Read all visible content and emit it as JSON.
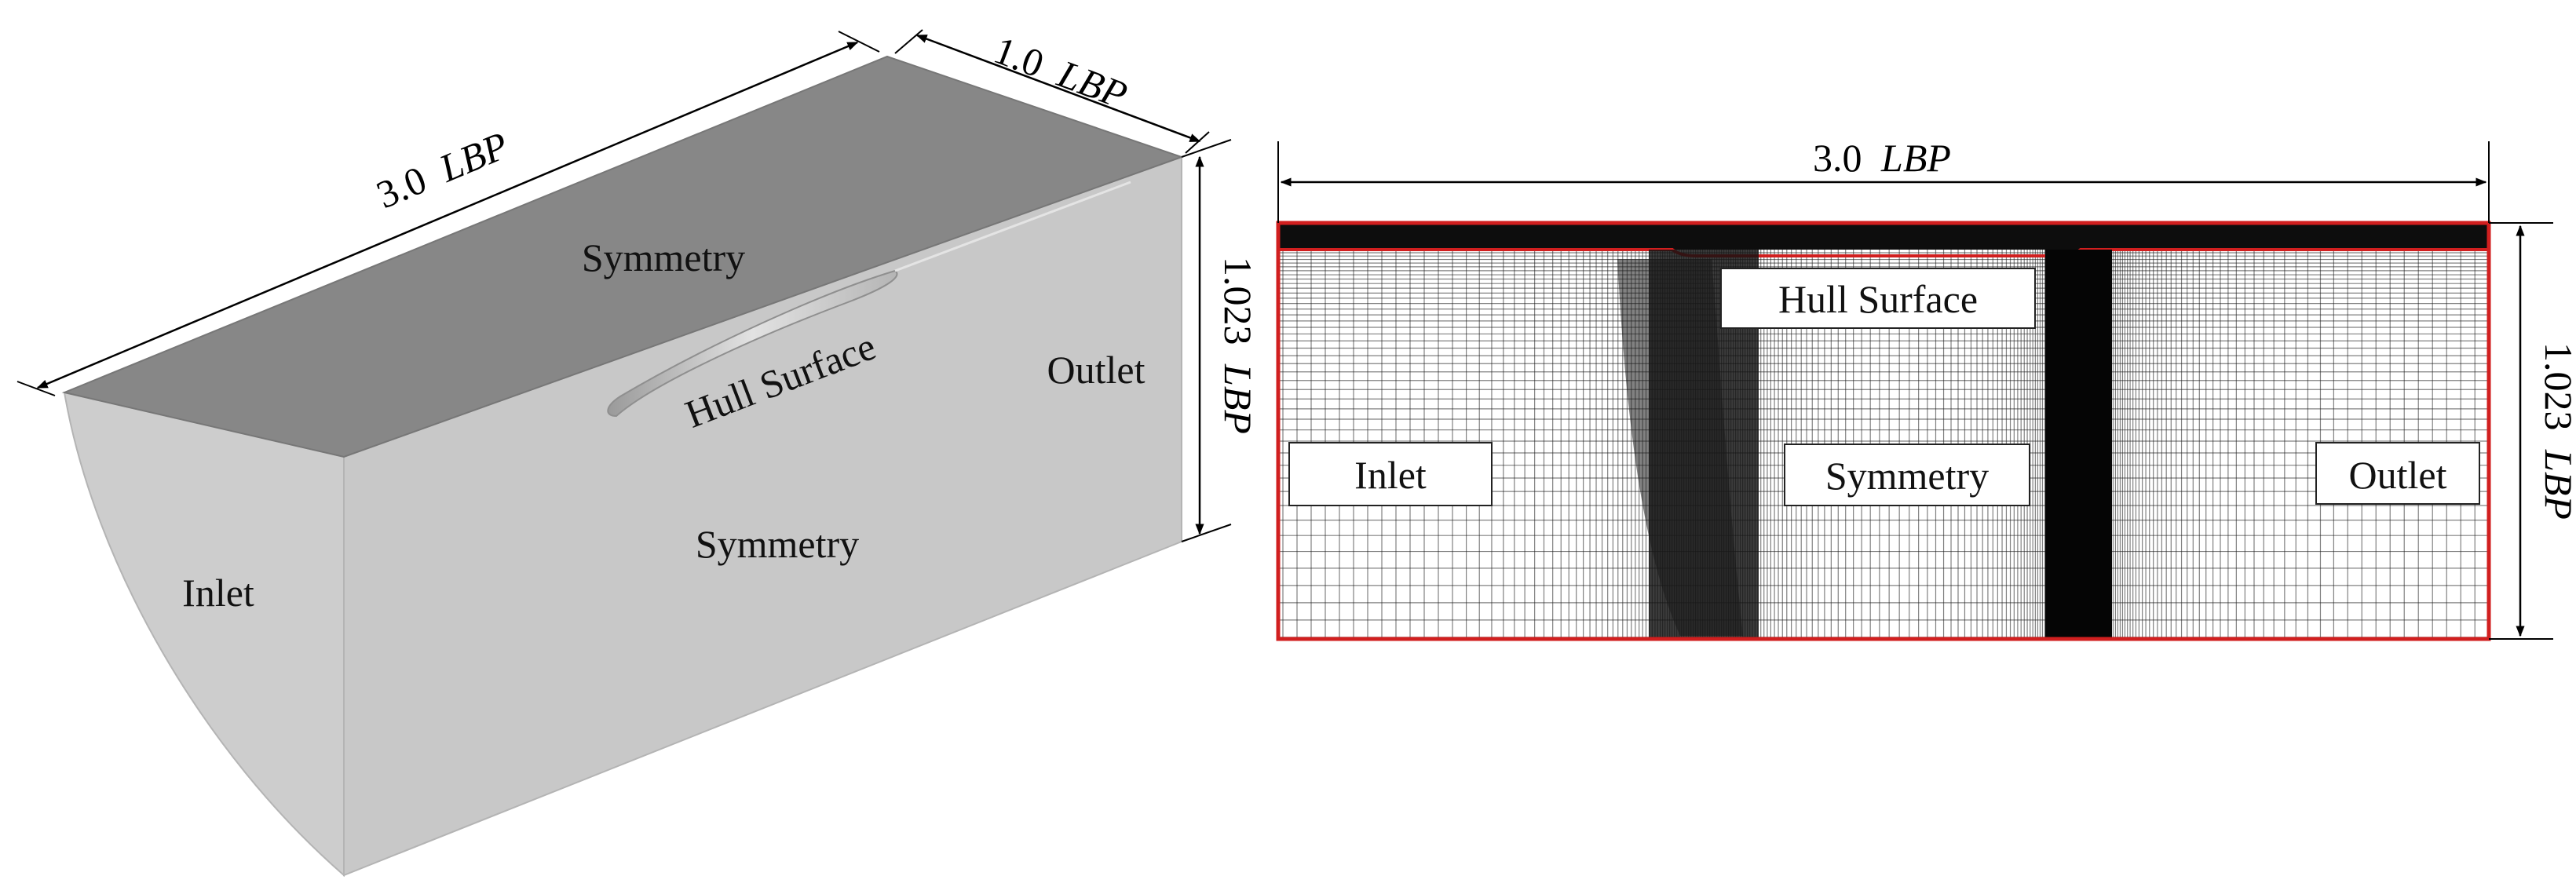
{
  "left_view": {
    "labels": {
      "top_face": "Symmetry",
      "side_face": "Symmetry",
      "hull": "Hull Surface",
      "inlet": "Inlet",
      "outlet": "Outlet"
    },
    "dimensions": {
      "length_value": "3.0",
      "length_unit": "LBP",
      "width_value": "1.0",
      "width_unit": "LBP",
      "height_value": "1.023",
      "height_unit": "LBP"
    }
  },
  "right_view": {
    "labels": {
      "hull": "Hull Surface",
      "inlet": "Inlet",
      "symmetry": "Symmetry",
      "outlet": "Outlet"
    },
    "dimensions": {
      "length_value": "3.0",
      "length_unit": "LBP",
      "height_value": "1.023",
      "height_unit": "LBP"
    }
  },
  "colors": {
    "top_face": "#878787",
    "side_face": "#c8c8c8",
    "inlet_face": "#cdcdcd",
    "mesh_boundary": "#d11f1f",
    "mesh_line": "#1a1a1a"
  }
}
